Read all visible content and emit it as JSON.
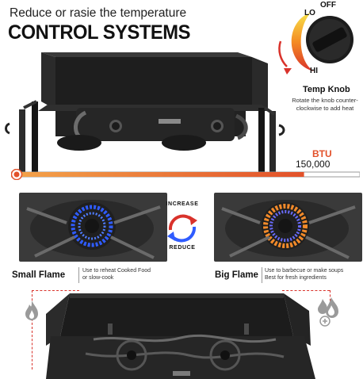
{
  "header": {
    "subtitle": "Reduce or rasie the temperature",
    "title": "CONTROL SYSTEMS"
  },
  "knob": {
    "lo": "LO",
    "off": "OFF",
    "hi": "HI",
    "title": "Temp Knob",
    "description": "Rotate the knob counter- clockwise to add heat"
  },
  "btu": {
    "label": "BTU",
    "value": "150,000",
    "level": 0.84
  },
  "cycle": {
    "increase": "INCREASE",
    "reduce": "REDUCE"
  },
  "small_flame": {
    "label": "Small Flame",
    "description": "Use to reheat Cooked Food or slow-cook"
  },
  "big_flame": {
    "label": "Big Flame",
    "description": "Use to barbecue or make soups Best for fresh ingredients"
  },
  "colors": {
    "accent_red": "#d9322b",
    "accent_orange": "#f28a2a",
    "flame_blue": "#2f5cff",
    "steel": "#1f1f1f"
  }
}
